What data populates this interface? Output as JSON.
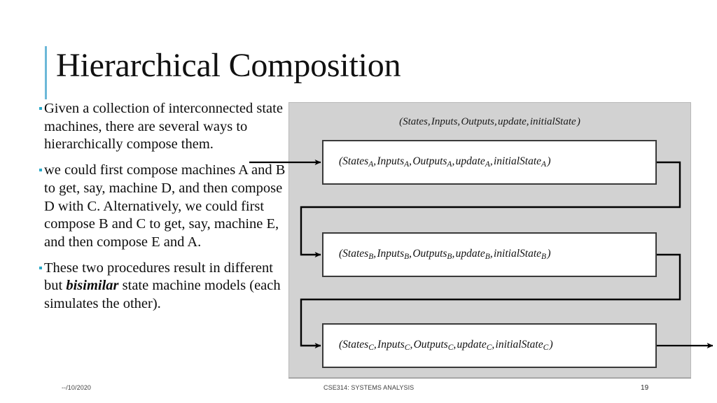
{
  "slide": {
    "title": "Hierarchical Composition",
    "accent_color": "#6cb8d8",
    "bullet_color": "#29a8c8",
    "panel_color": "#d2d2d2"
  },
  "bullets": [
    {
      "id": "bullet-1",
      "text": "Given a collection of interconnected state machines, there are several ways to hierarchically compose them."
    },
    {
      "id": "bullet-2",
      "text": "we could first compose machines A and B to get, say, machine D, and then compose D with C. Alternatively, we could first compose B and C to get, say, machine E, and then compose E and A."
    },
    {
      "id": "bullet-3",
      "prefix": "These two procedures result in different but ",
      "emphasis": "bisimilar",
      "suffix": " state machine models (each simulates the other)."
    }
  ],
  "diagram": {
    "header_tuple": "( States , Inputs , Outputs , update , initialState )",
    "header_parts": {
      "open": "(",
      "items": [
        "States",
        "Inputs",
        "Outputs",
        "update",
        "initialState"
      ],
      "close": ")"
    },
    "boxes": [
      {
        "id": "box-a",
        "subscript": "A",
        "tuple_text": "( StatesA , InputsA , OutputsA , updateA , initialStateA )"
      },
      {
        "id": "box-b",
        "subscript": "B",
        "tuple_text": "( StatesB , InputsB , OutputsB , updateB , initialStateB )"
      },
      {
        "id": "box-c",
        "subscript": "C",
        "tuple_text": "( StatesC , InputsC , OutputsC , updateC , initialStateC )"
      }
    ],
    "connectors": [
      {
        "name": "external-input-arrow",
        "from": "left-edge",
        "to": "box-a"
      },
      {
        "name": "feedback-a-to-b",
        "from": "box-a",
        "to": "box-b"
      },
      {
        "name": "feedback-b-to-c",
        "from": "box-b",
        "to": "box-c"
      },
      {
        "name": "external-output-arrow",
        "from": "box-c",
        "to": "right-edge"
      }
    ]
  },
  "footer": {
    "date": "--/10/2020",
    "course": "CSE314: SYSTEMS ANALYSIS",
    "slide_number": "19"
  }
}
